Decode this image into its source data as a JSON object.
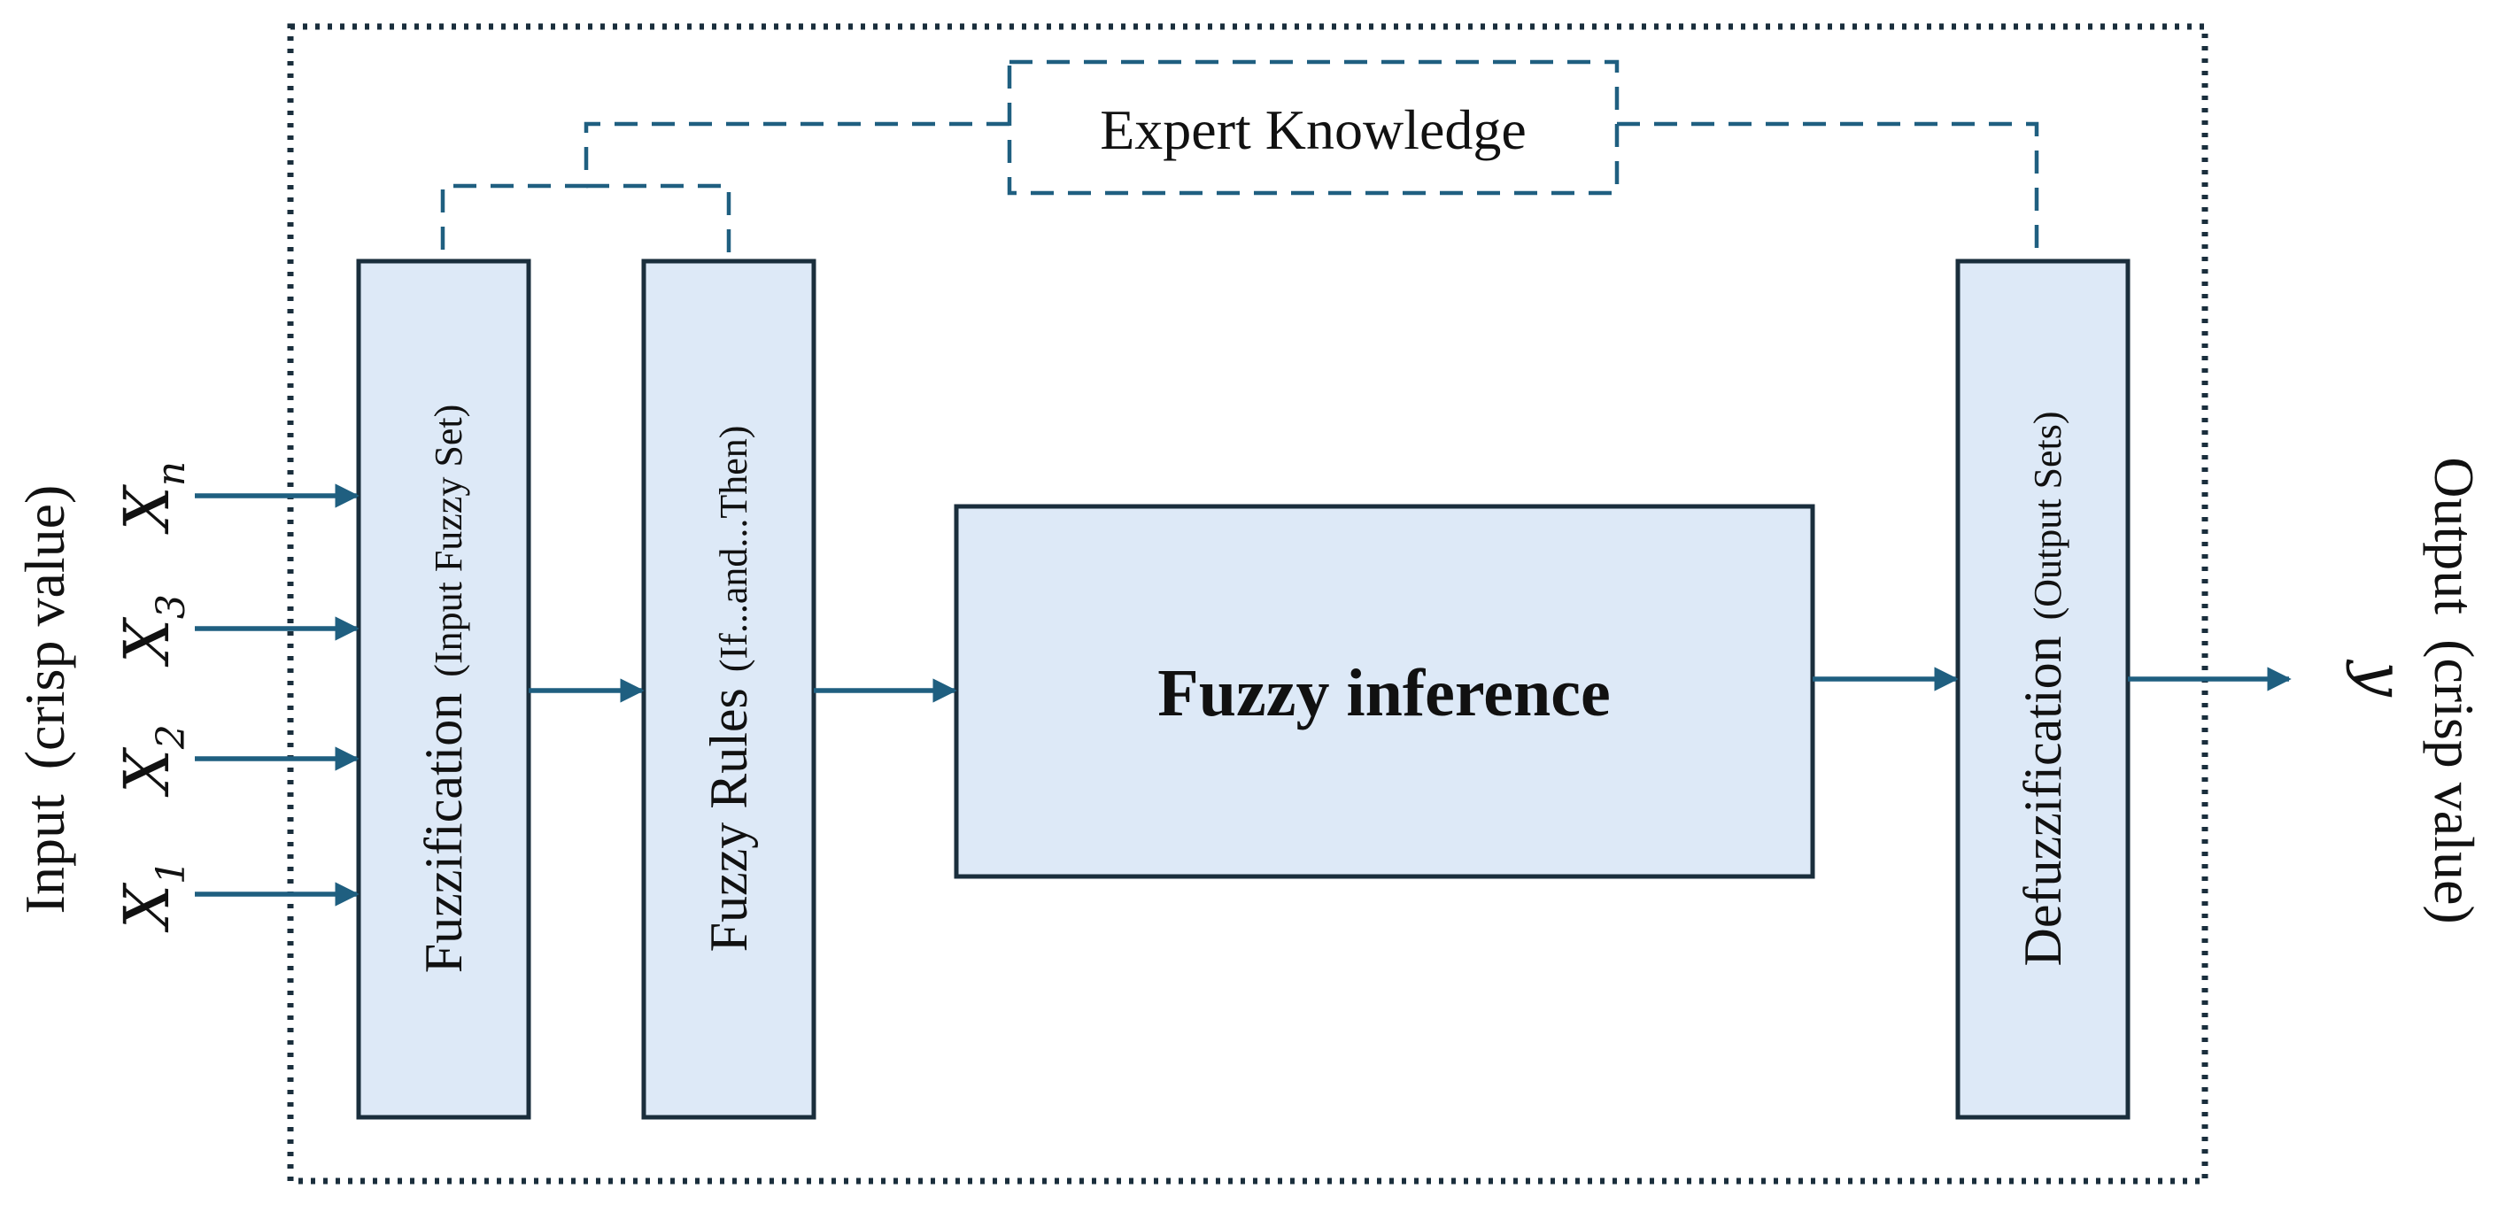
{
  "colors": {
    "block_fill": "#dde9f7",
    "block_stroke": "#1a2e3c",
    "connector": "#1f5f80",
    "border": "#1a2e3c",
    "text": "#111111"
  },
  "expert_knowledge": {
    "label": "Expert Knowledge"
  },
  "fuzzification": {
    "title": "Fuzzification",
    "subtitle": "(Input Fuzzy Set)"
  },
  "fuzzy_rules": {
    "title": "Fuzzy Rules",
    "subtitle": "(If...and...Then)"
  },
  "fuzzy_inference": {
    "label": "Fuzzy inference"
  },
  "defuzzification": {
    "title": "Defuzzification",
    "subtitle": "(Output Sets)"
  },
  "input": {
    "label": "Input",
    "sublabel": "(crisp value)",
    "variables": [
      {
        "base": "X",
        "sub": "n"
      },
      {
        "base": "X",
        "sub": "3"
      },
      {
        "base": "X",
        "sub": "2"
      },
      {
        "base": "X",
        "sub": "1"
      }
    ]
  },
  "output": {
    "label": "Output",
    "sublabel": "(crisp value)",
    "variable": "y"
  }
}
